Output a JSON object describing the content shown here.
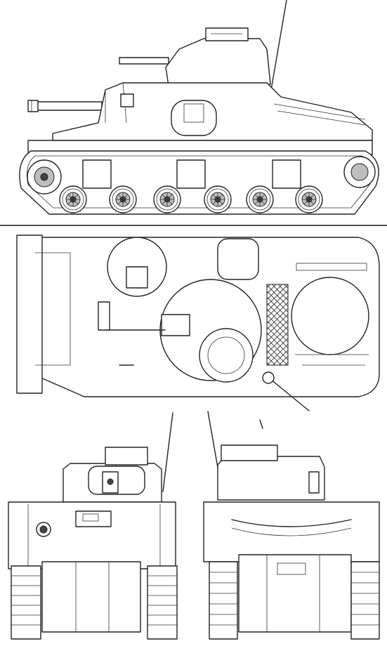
{
  "drawing": {
    "views": [
      "side-view",
      "top-view",
      "front-view",
      "rear-view"
    ],
    "colors": {
      "line": "#222222",
      "paper": "#ffffff",
      "shade": "#bdbdbd"
    }
  }
}
